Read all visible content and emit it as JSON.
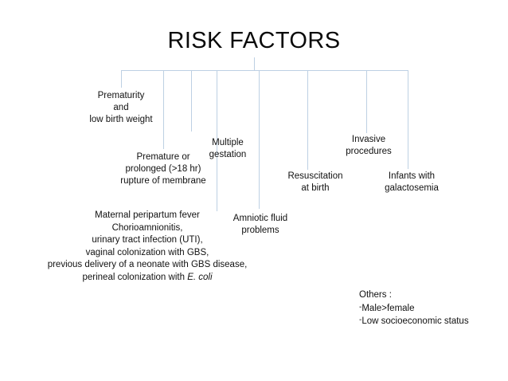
{
  "slide": {
    "title": "RISK FACTORS",
    "background_color": "#ffffff",
    "connector_color": "#bdd0e3",
    "text_color": "#111111"
  },
  "branches": [
    {
      "id": "prematurity-low-birth-weight",
      "label": "Prematurity\nand\nlow birth weight"
    },
    {
      "id": "premature-prolonged-rupture",
      "label": "Premature or\nprolonged (>18 hr)\nrupture of membrane"
    },
    {
      "id": "multiple-gestation",
      "label": "Multiple\ngestation"
    },
    {
      "id": "amniotic-fluid-problems",
      "label": "Amniotic fluid\nproblems"
    },
    {
      "id": "resuscitation-at-birth",
      "label": "Resuscitation\nat birth"
    },
    {
      "id": "invasive-procedures",
      "label": "Invasive\nprocedures"
    },
    {
      "id": "infants-with-galactosemia",
      "label": "Infants with\ngalactosemia"
    }
  ],
  "maternal": {
    "lines": [
      "Maternal peripartum fever",
      "Chorioamnionitis,",
      "urinary tract infection (UTI),",
      "vaginal colonization with GBS,",
      "previous delivery of a neonate with GBS disease,"
    ],
    "last_line_prefix": "perineal colonization with ",
    "last_line_italic": "E. coli"
  },
  "others": {
    "heading": "Others :",
    "bullet_glyph": "-",
    "items": [
      "Male>female",
      "Low socioeconomic status"
    ]
  }
}
